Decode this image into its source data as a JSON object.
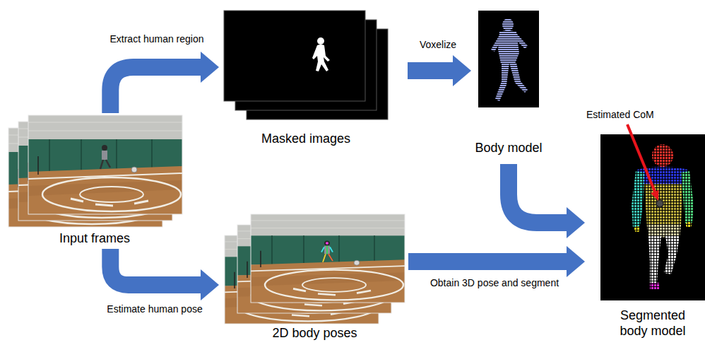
{
  "diagram": {
    "nodes": [
      {
        "text": [
          "Input frames"
        ]
      },
      {
        "text": [
          "Masked images"
        ]
      },
      {
        "text": [
          "Body model"
        ]
      },
      {
        "text": [
          "2D body poses"
        ]
      },
      {
        "text": [
          "Segmented body model"
        ]
      }
    ],
    "edges": [
      {
        "from": 0,
        "to": 1,
        "arrow": "to",
        "label": "Extract human region"
      },
      {
        "from": 1,
        "to": 2,
        "arrow": "to",
        "label": "Voxelize"
      },
      {
        "from": 0,
        "to": 3,
        "arrow": "to",
        "label": "Estimate human pose"
      },
      {
        "from": 3,
        "to": 4,
        "arrow": "to",
        "label": "Obtain 3D pose and segment"
      },
      {
        "from": 2,
        "to": 4,
        "arrow": "to"
      }
    ],
    "labels": [
      "Estimated CoM"
    ]
  }
}
